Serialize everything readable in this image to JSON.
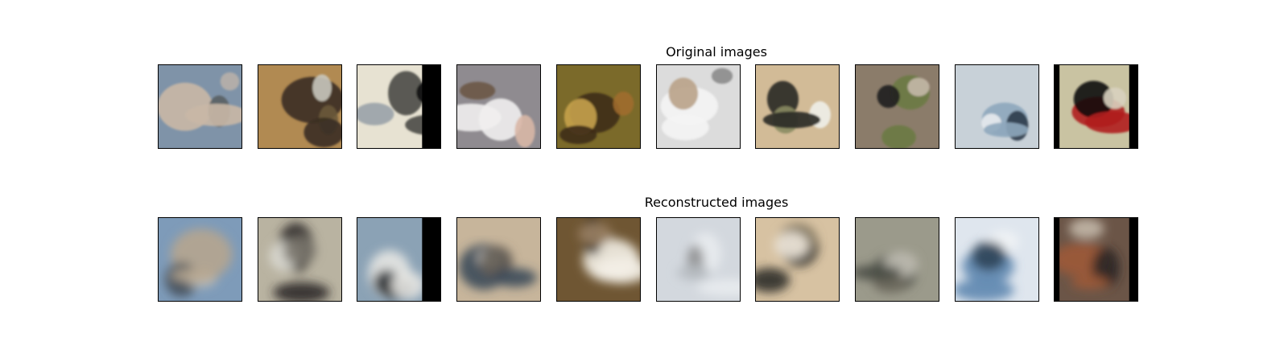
{
  "figure": {
    "original_title": "Original images",
    "reconstructed_title": "Reconstructed images",
    "original_images": [
      {
        "icon": "boat-harbor-image",
        "colors": [
          "#7f93a8",
          "#c9b8a6",
          "#5a5f64",
          "#b7b0aa"
        ]
      },
      {
        "icon": "goose-water-image",
        "colors": [
          "#b18a52",
          "#3a2f22",
          "#c9c6bd",
          "#6c5a3b"
        ]
      },
      {
        "icon": "car-image",
        "colors": [
          "#e7e2d2",
          "#4a4a45",
          "#9aa2a8",
          "#111111"
        ]
      },
      {
        "icon": "cat-image",
        "colors": [
          "#8f8b90",
          "#f1f0ef",
          "#6b5747",
          "#d8b7a6"
        ]
      },
      {
        "icon": "horse-field-image",
        "colors": [
          "#7b6a2a",
          "#3d2b16",
          "#c7a24b",
          "#a06d2b"
        ]
      },
      {
        "icon": "dog-image",
        "colors": [
          "#dcdcdc",
          "#f4f4f4",
          "#b9a288",
          "#8b8b8b"
        ]
      },
      {
        "icon": "horses-fence-image",
        "colors": [
          "#d2bb97",
          "#2a2a25",
          "#8a8c62",
          "#f0efe9"
        ]
      },
      {
        "icon": "bird-branch-image",
        "colors": [
          "#8b7c6a",
          "#6c7a44",
          "#1f1f1f",
          "#c5b8a8"
        ]
      },
      {
        "icon": "ship-image",
        "colors": [
          "#c8d1d8",
          "#8ea7bc",
          "#e8ebee",
          "#2e3c4a"
        ]
      },
      {
        "icon": "red-car-image",
        "colors": [
          "#c9c3a2",
          "#b01c1c",
          "#111111",
          "#d8d2bf"
        ]
      }
    ],
    "reconstructed_images": [
      {
        "icon": "blurred-boat-image",
        "colors": [
          "#7e9bb9",
          "#b6a58f",
          "#45505a",
          "#c8c1b7"
        ]
      },
      {
        "icon": "blurred-goose-image",
        "colors": [
          "#b9b3a1",
          "#2b2a27",
          "#dcdad3",
          "#7a766b"
        ]
      },
      {
        "icon": "blurred-car-image",
        "colors": [
          "#8ba2b5",
          "#e7e7e3",
          "#2f343a",
          "#111111"
        ]
      },
      {
        "icon": "blurred-cat-image",
        "colors": [
          "#c7b59b",
          "#3c4a5a",
          "#eeeae3",
          "#615a52"
        ]
      },
      {
        "icon": "blurred-horse-image",
        "colors": [
          "#6f5633",
          "#f3efe6",
          "#2b2216",
          "#9b8264"
        ]
      },
      {
        "icon": "blurred-dog-image",
        "colors": [
          "#d3d8de",
          "#e9ecef",
          "#8e8f90",
          "#b7bcc2"
        ]
      },
      {
        "icon": "blurred-horses-image",
        "colors": [
          "#d7c2a2",
          "#2e2d2a",
          "#8a7d66",
          "#ece6da"
        ]
      },
      {
        "icon": "blurred-bird-image",
        "colors": [
          "#9b9a8b",
          "#4a4c45",
          "#c2bfb5",
          "#6f6a5e"
        ]
      },
      {
        "icon": "blurred-ship-image",
        "colors": [
          "#dfe6ee",
          "#5e87b0",
          "#f1f3f5",
          "#304458"
        ]
      },
      {
        "icon": "blurred-red-car-image",
        "colors": [
          "#6b5547",
          "#9d5a36",
          "#2a2623",
          "#c3b8a8"
        ]
      }
    ]
  }
}
